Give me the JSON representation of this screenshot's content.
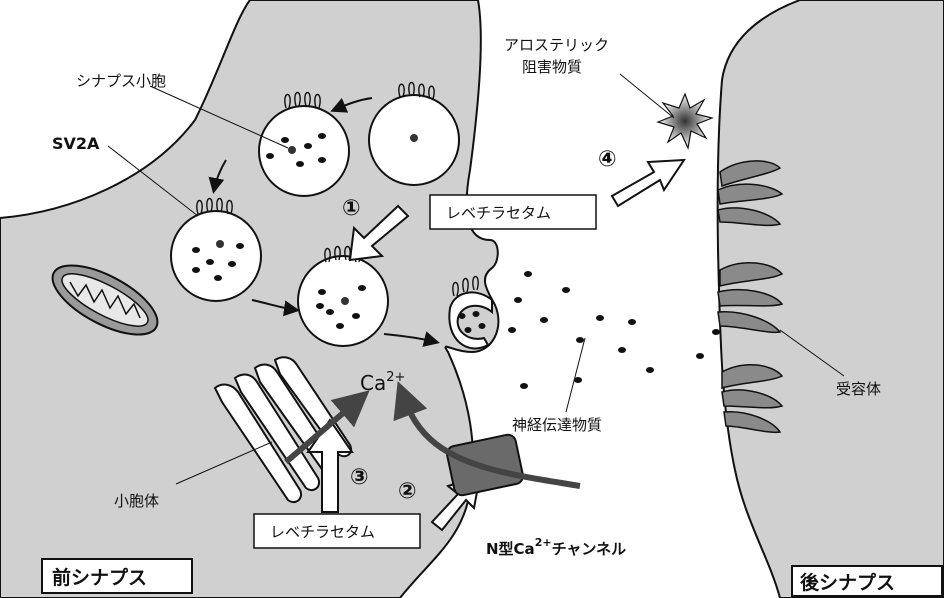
{
  "labels": {
    "synaptic_vesicle": "シナプス小胞",
    "sv2a": "SV2A",
    "allosteric_line1": "アロステリック",
    "allosteric_line2": "阻害物質",
    "levetiracetam_top": "レベチラセタム",
    "levetiracetam_bottom": "レベチラセタム",
    "calcium": "Ca",
    "calcium_sup": "2+",
    "neurotransmitter": "神経伝達物質",
    "receptor": "受容体",
    "small_vesicle_body": "小胞体",
    "n_type_prefix": "N型Ca",
    "n_type_sup": "2+",
    "n_type_suffix": "チャンネル",
    "presynaptic": "前シナプス",
    "postsynaptic": "後シナプス"
  },
  "markers": {
    "m1": "①",
    "m2": "②",
    "m3": "③",
    "m4": "④"
  }
}
